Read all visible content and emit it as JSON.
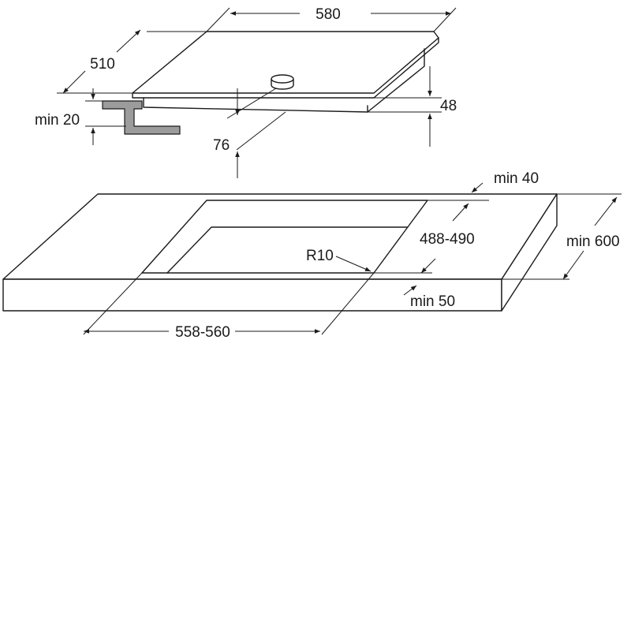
{
  "diagram": {
    "hob": {
      "width_label": "580",
      "depth_label": "510",
      "height_label": "48",
      "clearance_label": "76",
      "min_gap_label": "min 20"
    },
    "worktop": {
      "front_edge_label": "min 40",
      "cutout_depth_label": "488-490",
      "worktop_depth_label": "min 600",
      "corner_radius_label": "R10",
      "rear_edge_label": "min 50",
      "cutout_width_label": "558-560"
    }
  }
}
